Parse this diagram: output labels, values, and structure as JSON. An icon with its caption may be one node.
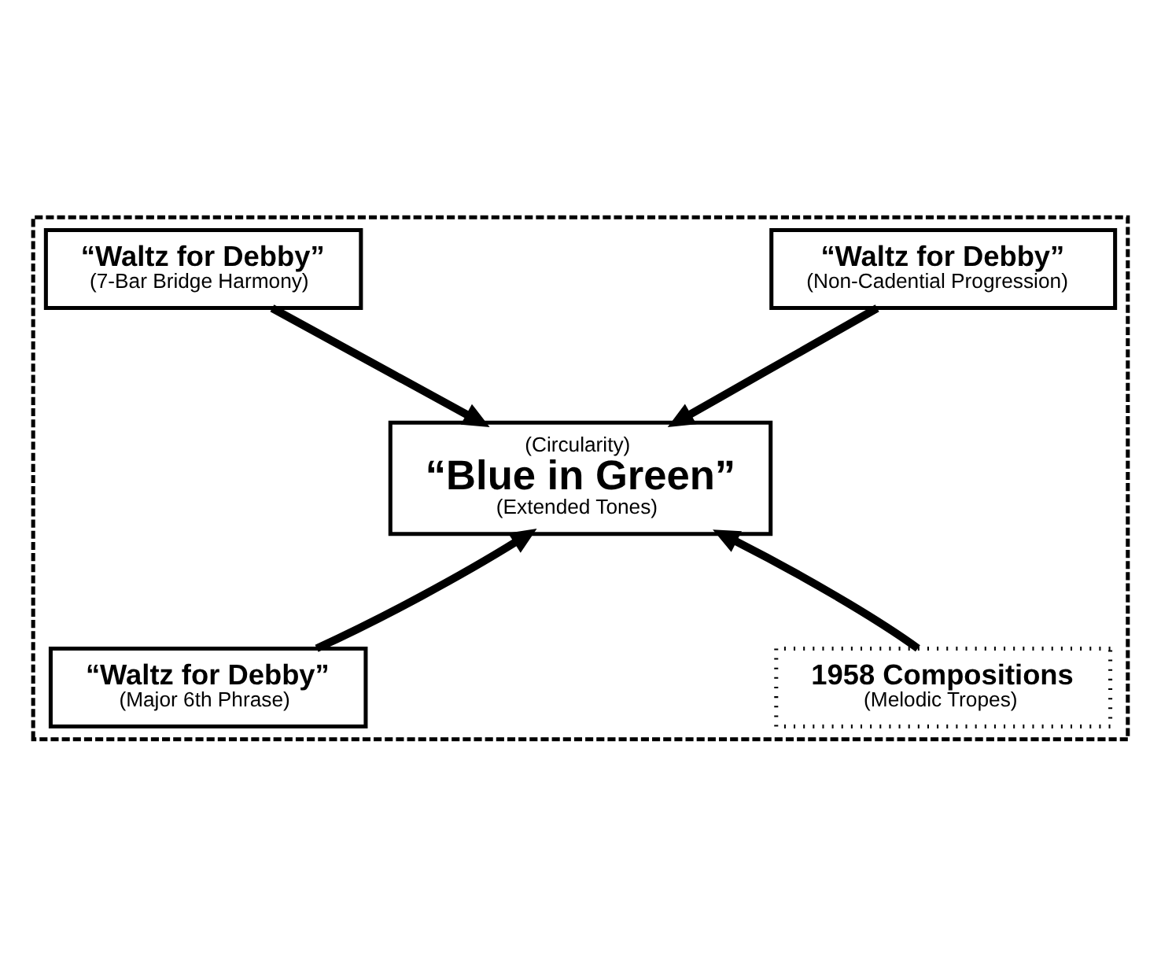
{
  "diagram": {
    "nodes": [
      {
        "text": [],
        "shape": "box"
      },
      {
        "text": [
          "“Waltz for Debby”",
          "(7-Bar Bridge Harmony)"
        ],
        "in": 0
      },
      {
        "text": [
          "“Waltz for Debby”",
          "(Non-Cadential Progression)"
        ],
        "in": 0
      },
      {
        "text": [
          "(Circularity)",
          "“Blue in Green”",
          "(Extended Tones)"
        ],
        "in": 0
      },
      {
        "text": [
          "“Waltz for Debby”",
          "(Major 6th Phrase)"
        ],
        "in": 0
      },
      {
        "text": [
          "1958 Compositions",
          "(Melodic Tropes)"
        ],
        "in": 0
      }
    ],
    "edges": [
      {
        "from": 1,
        "to": 3,
        "arrow": "to"
      },
      {
        "from": 2,
        "to": 3,
        "arrow": "to"
      },
      {
        "from": 4,
        "to": 3,
        "arrow": "to"
      },
      {
        "from": 5,
        "to": 3,
        "arrow": "to"
      }
    ]
  }
}
